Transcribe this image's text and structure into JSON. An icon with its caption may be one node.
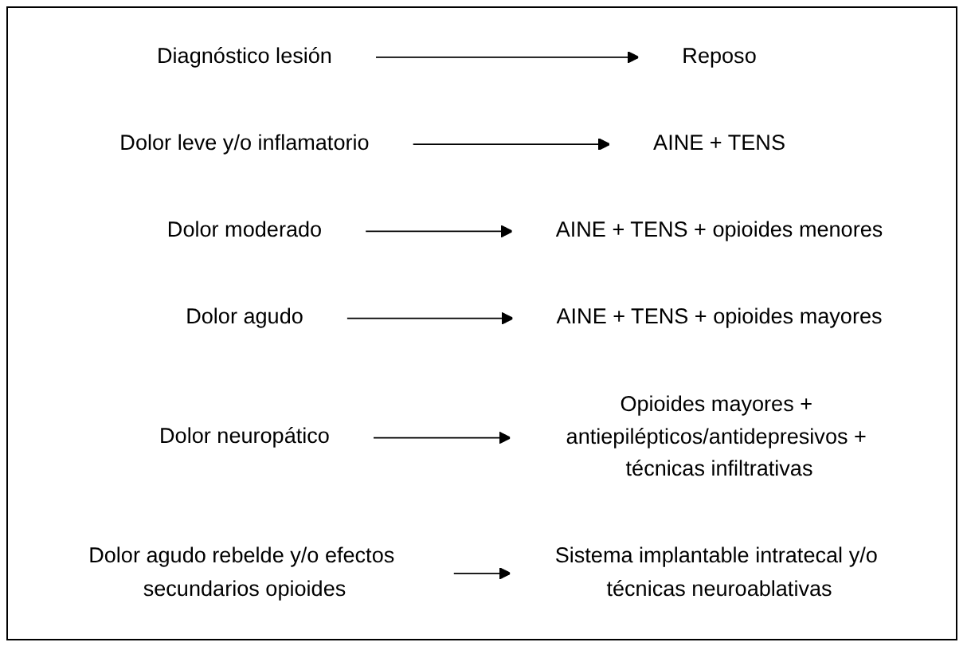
{
  "diagram": {
    "nodes": [
      {
        "text": [
          "Diagnóstico lesión"
        ]
      },
      {
        "text": [
          "Reposo"
        ]
      },
      {
        "text": [
          "Dolor leve y/o inflamatorio"
        ]
      },
      {
        "text": [
          "AINE + TENS"
        ]
      },
      {
        "text": [
          "Dolor moderado"
        ]
      },
      {
        "text": [
          "AINE + TENS + opioides menores"
        ]
      },
      {
        "text": [
          "Dolor agudo"
        ]
      },
      {
        "text": [
          "AINE + TENS + opioides mayores"
        ]
      },
      {
        "text": [
          "Dolor neuropático"
        ]
      },
      {
        "text": [
          "Opioides mayores + antiepilépticos/antidepresivos + técnicas infiltrativas"
        ]
      },
      {
        "text": [
          "Dolor agudo rebelde y/o efectos secundarios opioides"
        ]
      },
      {
        "text": [
          "Sistema implantable intratecal y/o técnicas neuroablativas"
        ]
      }
    ],
    "edges": [
      {
        "from": 0,
        "to": 1,
        "arrow": "to"
      },
      {
        "from": 2,
        "to": 3,
        "arrow": "to"
      },
      {
        "from": 4,
        "to": 5,
        "arrow": "to"
      },
      {
        "from": 6,
        "to": 7,
        "arrow": "to"
      },
      {
        "from": 8,
        "to": 9,
        "arrow": "to"
      },
      {
        "from": 10,
        "to": 11,
        "arrow": "to"
      }
    ]
  }
}
